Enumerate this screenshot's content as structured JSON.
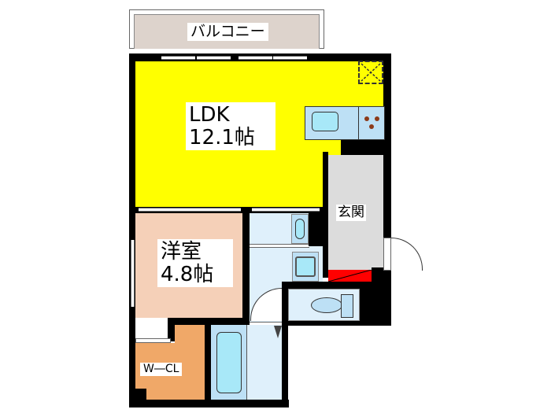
{
  "floor_plan": {
    "rooms": {
      "balcony": {
        "label": "バルコニー",
        "color": "#ddd3cc"
      },
      "ldk": {
        "name": "LDK",
        "size": "12.1帖",
        "color": "#ffff00"
      },
      "western_room": {
        "name": "洋室",
        "size": "4.8帖",
        "color": "#f5d0b8"
      },
      "walk_in_closet": {
        "label": "W―CL",
        "color": "#f0a868"
      },
      "entrance": {
        "label": "玄関",
        "color": "#dcdcdc"
      },
      "washroom": {
        "color": "#dff0fb"
      },
      "bathroom": {
        "color": "#dff0fb"
      },
      "toilet": {
        "color": "#dff0fb"
      }
    },
    "fixtures": {
      "kitchen_sink": "sink-icon",
      "stove": "stove-icon",
      "refrigerator_space": "fridge-space-icon",
      "washbasin": "washbasin-icon",
      "washing_machine": "washing-machine-icon",
      "toilet_bowl": "toilet-icon",
      "bathtub": "bathtub-icon",
      "entry_step": "step-marker"
    },
    "colors": {
      "wall": "#000000",
      "fixture_fill": "#a8e8f8",
      "counter_fill": "#bde0f5",
      "step_red": "#ff0000"
    }
  }
}
